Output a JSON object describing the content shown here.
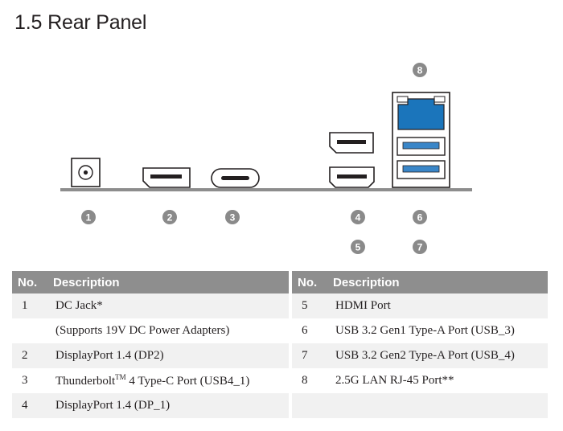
{
  "section": {
    "number": "1.5",
    "title": "Rear Panel"
  },
  "callouts": [
    "1",
    "2",
    "3",
    "4",
    "5",
    "6",
    "7",
    "8"
  ],
  "colors": {
    "header_bg": "#8e8e8e",
    "row_shade": "#f1f1f1",
    "lan_port": "#1b75bb",
    "usb_port": "#3a86c8",
    "callout": "#8a8a8a"
  },
  "table": {
    "headers": {
      "no": "No.",
      "description": "Description"
    },
    "rows": [
      {
        "left_no": "1",
        "left_desc": "DC Jack*",
        "right_no": "5",
        "right_desc": "HDMI Port"
      },
      {
        "left_no": "",
        "left_desc": "(Supports 19V DC Power Adapters)",
        "right_no": "6",
        "right_desc": "USB 3.2 Gen1 Type-A Port (USB_3)"
      },
      {
        "left_no": "2",
        "left_desc": "DisplayPort 1.4 (DP2)",
        "right_no": "7",
        "right_desc": "USB 3.2 Gen2 Type-A Port (USB_4)"
      },
      {
        "left_no": "3",
        "left_desc_pre": "Thunderbolt",
        "left_desc_sup": "TM",
        "left_desc_post": " 4 Type-C Port (USB4_1)",
        "right_no": "8",
        "right_desc": "2.5G LAN RJ-45 Port**"
      },
      {
        "left_no": "4",
        "left_desc": "DisplayPort 1.4 (DP_1)",
        "right_no": "",
        "right_desc": ""
      }
    ]
  }
}
